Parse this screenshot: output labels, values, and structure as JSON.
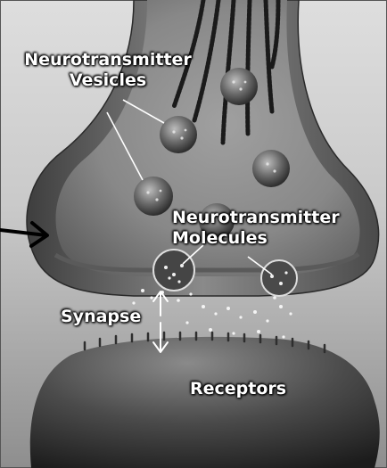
{
  "labels": {
    "vesicles": [
      "Neurotransmitter",
      "Vesicles"
    ],
    "molecules": [
      "Neurotransmitter",
      "Molecules"
    ],
    "synapse": "Synapse",
    "receptors": "Receptors"
  },
  "colors": {
    "background_top": "#d9d9d9",
    "background_bottom": "#8a8a8a",
    "membrane": "#6e6e6e",
    "cell_interior": "#8c8c8c",
    "vesicle": "#5a5a5a",
    "label_text": "#ffffff",
    "pointer_arrow": "#000000"
  },
  "icons": {
    "pointer": "right-arrow-icon",
    "synapse_gap": "double-arrow-icon"
  }
}
